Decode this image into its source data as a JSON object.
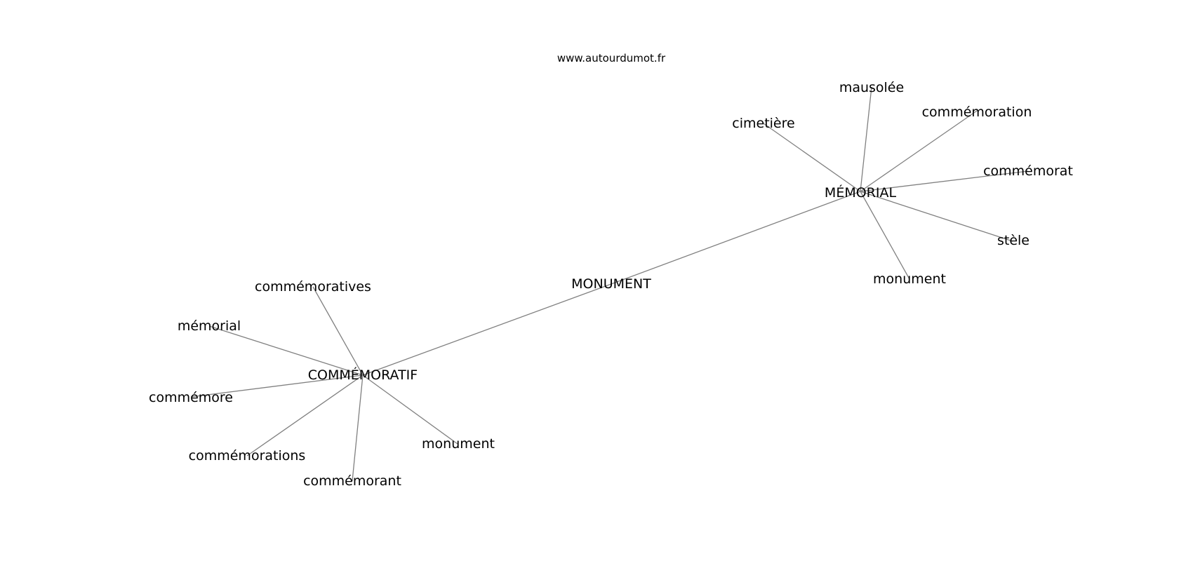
{
  "watermark": "www.autourdumot.fr",
  "graph": {
    "center": "MONUMENT",
    "hubs": [
      {
        "label": "MÉMORIAL",
        "neighbors": [
          "mausolée",
          "commémoration",
          "cimetière",
          "commémorat",
          "stèle",
          "monument"
        ]
      },
      {
        "label": "COMMÉMORATIF",
        "neighbors": [
          "commémoratives",
          "mémorial",
          "commémore",
          "commémorations",
          "commémorant",
          "monument"
        ]
      }
    ]
  },
  "colors": {
    "edge": "#808080",
    "text": "#000000",
    "background": "#ffffff"
  }
}
